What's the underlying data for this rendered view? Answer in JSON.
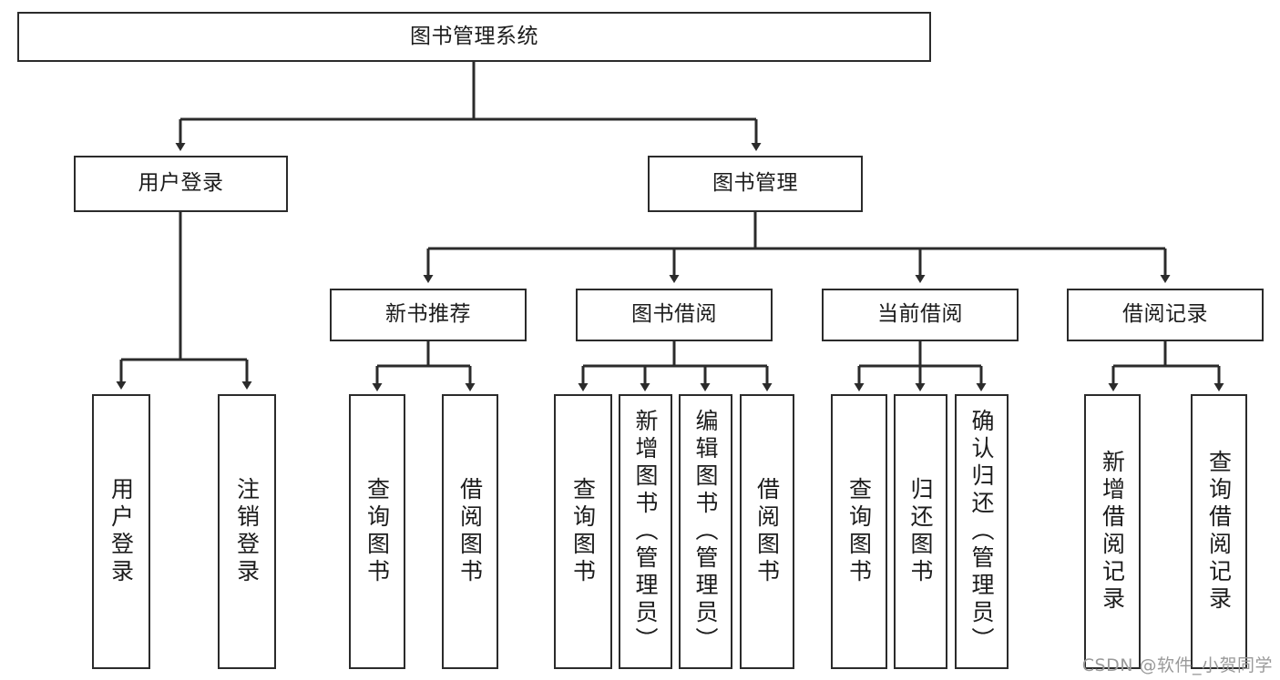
{
  "diagram": {
    "title": "图书管理系统",
    "watermark": "CSDN @软件_小贺同学",
    "stroke_color": "#2b2b2b",
    "text_color": "#1c1c1c",
    "background_color": "#ffffff",
    "nodes": {
      "root": {
        "label": "图书管理系统"
      },
      "level2": [
        {
          "id": "user-login",
          "label": "用户登录"
        },
        {
          "id": "book-management",
          "label": "图书管理"
        }
      ],
      "level3": [
        {
          "id": "new-book-recommend",
          "label": "新书推荐"
        },
        {
          "id": "book-borrow",
          "label": "图书借阅"
        },
        {
          "id": "current-borrow",
          "label": "当前借阅"
        },
        {
          "id": "borrow-record",
          "label": "借阅记录"
        }
      ],
      "leaves": [
        {
          "id": "leaf-user-login",
          "label": "用户登录",
          "parent": "user-login"
        },
        {
          "id": "leaf-logout-login",
          "label": "注销登录",
          "parent": "user-login"
        },
        {
          "id": "leaf-query-book-1",
          "label": "查询图书",
          "parent": "new-book-recommend"
        },
        {
          "id": "leaf-borrow-book-1",
          "label": "借阅图书",
          "parent": "new-book-recommend"
        },
        {
          "id": "leaf-query-book-2",
          "label": "查询图书",
          "parent": "book-borrow"
        },
        {
          "id": "leaf-add-book",
          "label": "新增图书（管理员）",
          "parent": "book-borrow"
        },
        {
          "id": "leaf-edit-book",
          "label": "编辑图书（管理员）",
          "parent": "book-borrow"
        },
        {
          "id": "leaf-borrow-book-2",
          "label": "借阅图书",
          "parent": "book-borrow"
        },
        {
          "id": "leaf-query-book-3",
          "label": "查询图书",
          "parent": "current-borrow"
        },
        {
          "id": "leaf-return-book",
          "label": "归还图书",
          "parent": "current-borrow"
        },
        {
          "id": "leaf-confirm-return",
          "label": "确认归还（管理员）",
          "parent": "current-borrow"
        },
        {
          "id": "leaf-add-record",
          "label": "新增借阅记录",
          "parent": "borrow-record"
        },
        {
          "id": "leaf-query-record",
          "label": "查询借阅记录",
          "parent": "borrow-record"
        }
      ]
    }
  }
}
